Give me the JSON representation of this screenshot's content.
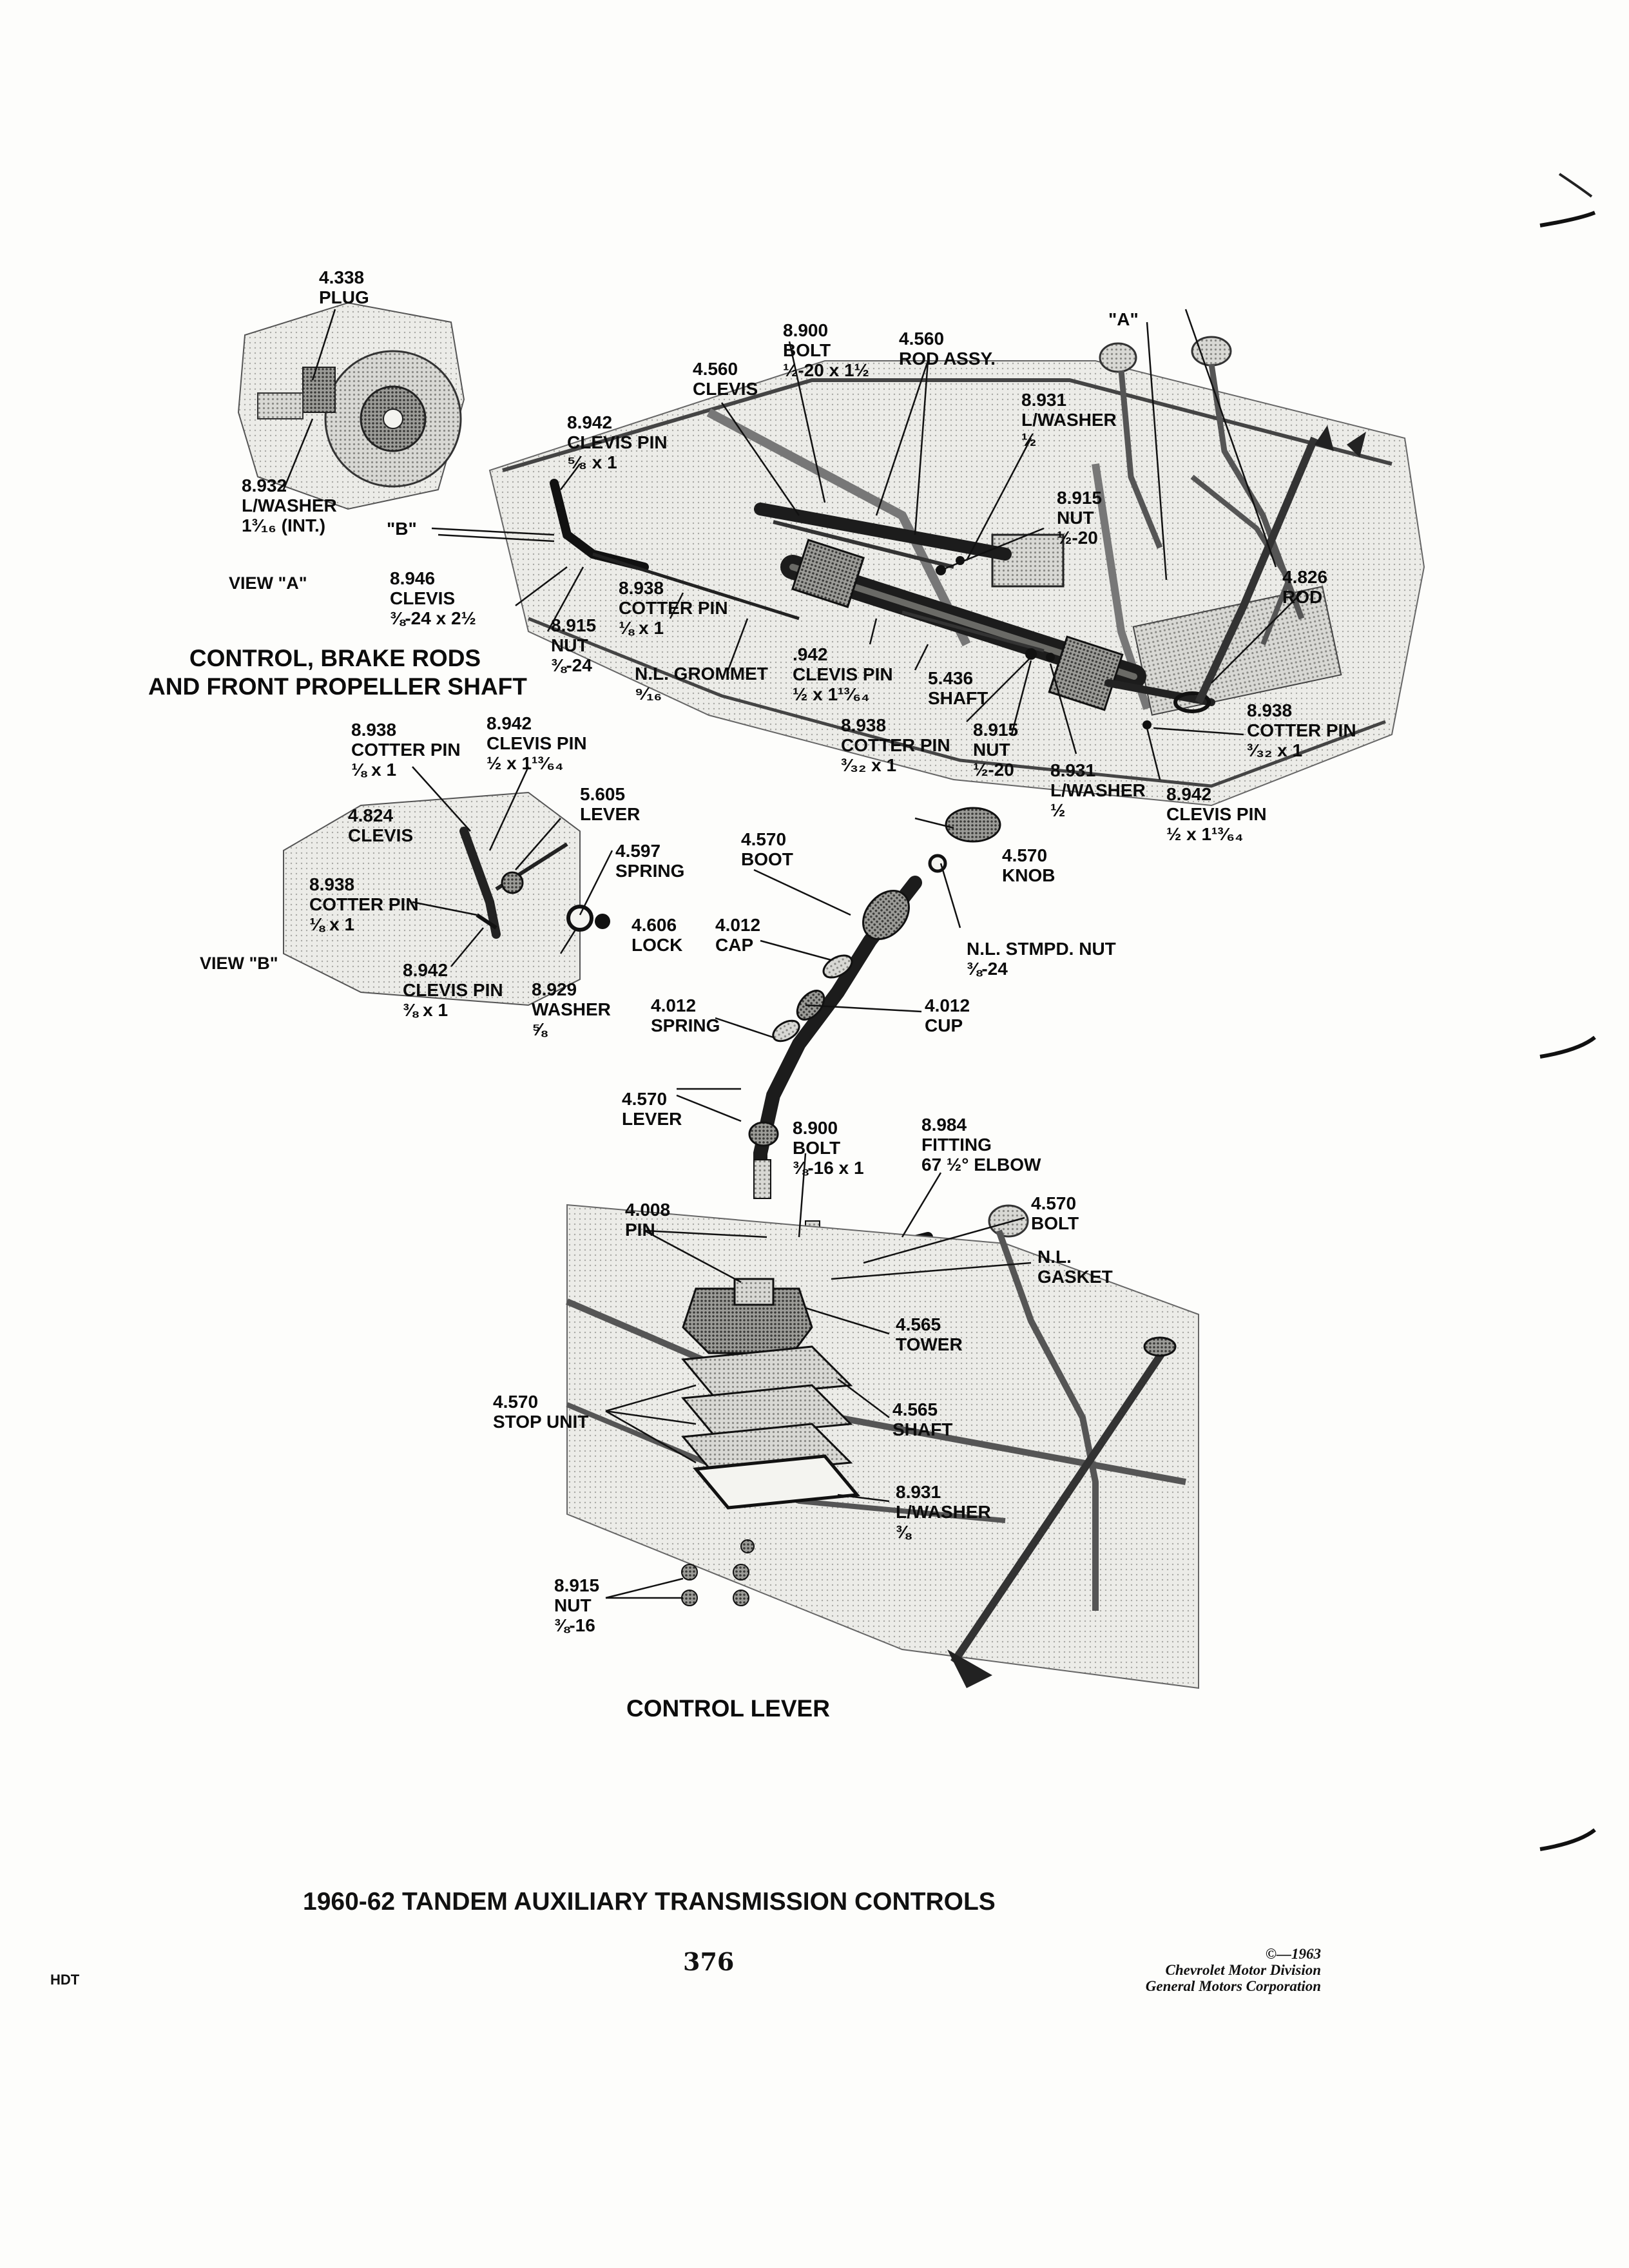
{
  "figure": {
    "title": "1960-62 TANDEM AUXILIARY TRANSMISSION CONTROLS",
    "page_number": "376",
    "code": "HDT",
    "copyright": [
      "©—1963",
      "Chevrolet Motor Division",
      "General Motors Corporation"
    ]
  },
  "sections": {
    "top_caption": [
      "CONTROL, BRAKE RODS",
      "AND FRONT PROPELLER SHAFT"
    ],
    "bottom_caption": "CONTROL LEVER",
    "view_a": "VIEW \"A\"",
    "view_b": "VIEW \"B\"",
    "callout_a": "\"A\"",
    "callout_b": "\"B\""
  },
  "labels": {
    "plug": [
      "4.338",
      "PLUG"
    ],
    "lwasher_top": [
      "8.932",
      "L/WASHER",
      "1³⁄₁₆ (INT.)"
    ],
    "clevis_pin_top": [
      "8.942",
      "CLEVIS PIN",
      "⁵⁄₈ x 1"
    ],
    "clevis_4560": [
      "4.560",
      "CLEVIS"
    ],
    "bolt_8900_top": [
      "8.900",
      "BOLT",
      "½-20 x 1½"
    ],
    "rod_assy": [
      "4.560",
      "ROD ASSY."
    ],
    "lwasher_8931_top": [
      "8.931",
      "L/WASHER",
      "½"
    ],
    "nut_8915_top": [
      "8.915",
      "NUT",
      "½-20"
    ],
    "rod_4826": [
      "4.826",
      "ROD"
    ],
    "clevis_8946": [
      "8.946",
      "CLEVIS",
      "⅜-24 x 2½"
    ],
    "nut_8915_mid": [
      "8.915",
      "NUT",
      "⅜-24"
    ],
    "cotter_8938_a": [
      "8.938",
      "COTTER PIN",
      "⅛ x 1"
    ],
    "grommet": [
      "N.L. GROMMET",
      "⁹⁄₁₆"
    ],
    "clevis_pin_942": [
      ".942",
      "CLEVIS PIN",
      "½ x 1¹³⁄₆₄"
    ],
    "shaft_5436": [
      "5.436",
      "SHAFT"
    ],
    "cotter_8938_b": [
      "8.938",
      "COTTER PIN",
      "³⁄₃₂ x 1"
    ],
    "nut_8915_b": [
      "8.915",
      "NUT",
      "½-20"
    ],
    "lwasher_8931_b": [
      "8.931",
      "L/WASHER",
      "½"
    ],
    "cotter_8938_c": [
      "8.938",
      "COTTER PIN",
      "³⁄₃₂ x 1"
    ],
    "clevis_pin_8942_c": [
      "8.942",
      "CLEVIS PIN",
      "½ x 1¹³⁄₆₄"
    ],
    "cotter_8938_vb": [
      "8.938",
      "COTTER PIN",
      "⅛ x 1"
    ],
    "clevis_pin_8942_vb": [
      "8.942",
      "CLEVIS PIN",
      "½ x 1¹³⁄₆₄"
    ],
    "clevis_4824": [
      "4.824",
      "CLEVIS"
    ],
    "lever_5605": [
      "5.605",
      "LEVER"
    ],
    "spring_4597": [
      "4.597",
      "SPRING"
    ],
    "cotter_8938_vb2": [
      "8.938",
      "COTTER PIN",
      "⅛ x 1"
    ],
    "lock_4606": [
      "4.606",
      "LOCK"
    ],
    "clevis_pin_8942_vb2": [
      "8.942",
      "CLEVIS PIN",
      "⅜ x 1"
    ],
    "washer_8929": [
      "8.929",
      "WASHER",
      "⅝"
    ],
    "boot_4570": [
      "4.570",
      "BOOT"
    ],
    "knob_4570": [
      "4.570",
      "KNOB"
    ],
    "cap_4012": [
      "4.012",
      "CAP"
    ],
    "stmpd_nut": [
      "N.L. STMPD. NUT",
      "⅜-24"
    ],
    "spring_4012": [
      "4.012",
      "SPRING"
    ],
    "cup_4012": [
      "4.012",
      "CUP"
    ],
    "lever_4570": [
      "4.570",
      "LEVER"
    ],
    "bolt_8900_b": [
      "8.900",
      "BOLT",
      "⅜-16 x 1"
    ],
    "fitting_8984": [
      "8.984",
      "FITTING",
      "67 ½° ELBOW"
    ],
    "pin_4008": [
      "4.008",
      "PIN"
    ],
    "bolt_4570": [
      "4.570",
      "BOLT"
    ],
    "gasket": [
      "N.L.",
      "GASKET"
    ],
    "tower_4565": [
      "4.565",
      "TOWER"
    ],
    "stop_unit": [
      "4.570",
      "STOP UNIT"
    ],
    "shaft_4565": [
      "4.565",
      "SHAFT"
    ],
    "lwasher_8931_c": [
      "8.931",
      "L/WASHER",
      "⅜"
    ],
    "nut_8915_c": [
      "8.915",
      "NUT",
      "⅜-16"
    ]
  },
  "style": {
    "ink": "#0c0c0c",
    "halftone": "#9a9a96",
    "paper": "#fdfdfb"
  }
}
